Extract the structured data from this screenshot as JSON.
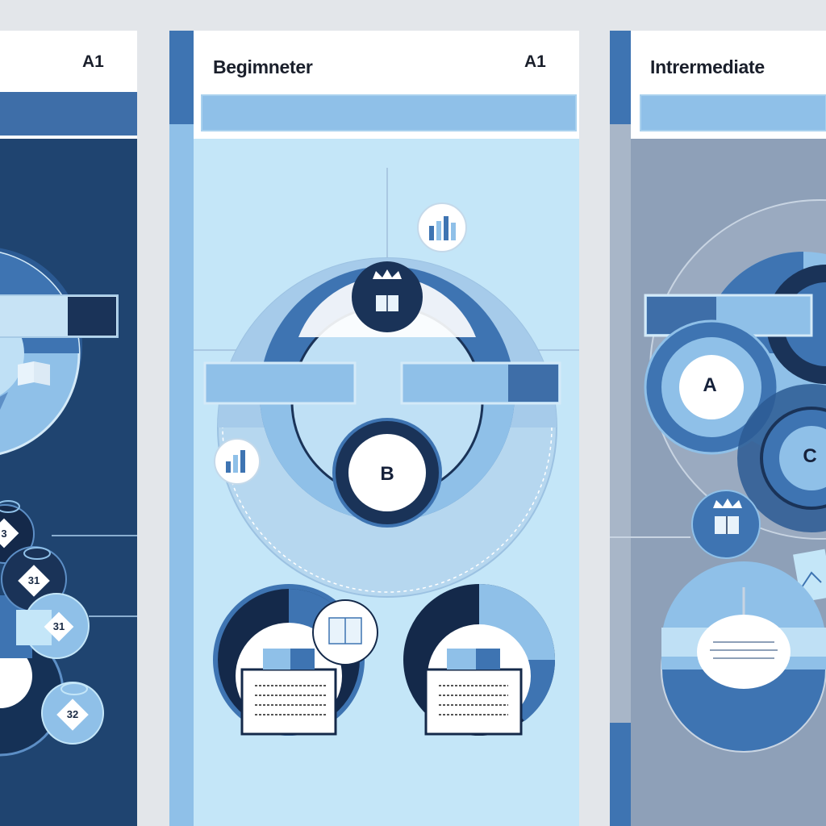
{
  "panels": {
    "left": {
      "level": "A1",
      "markers": [
        "3",
        "31",
        "31",
        "32"
      ]
    },
    "middle": {
      "title": "Begimneter",
      "level": "A1",
      "badge": "B"
    },
    "right": {
      "title": "Intrermediate",
      "badges": [
        "A",
        "C"
      ]
    }
  },
  "colors": {
    "navy": "#1b3a66",
    "dark_navy": "#14294a",
    "medium_blue": "#3f75b0",
    "light_blue": "#8fc0e8",
    "pale_blue": "#c4e6f8",
    "gray_blue": "#8ea0b8",
    "white": "#ffffff"
  },
  "icons": [
    "book-icon",
    "chart-icon",
    "crown-icon",
    "cloud-icon",
    "letter-badge-icon"
  ]
}
